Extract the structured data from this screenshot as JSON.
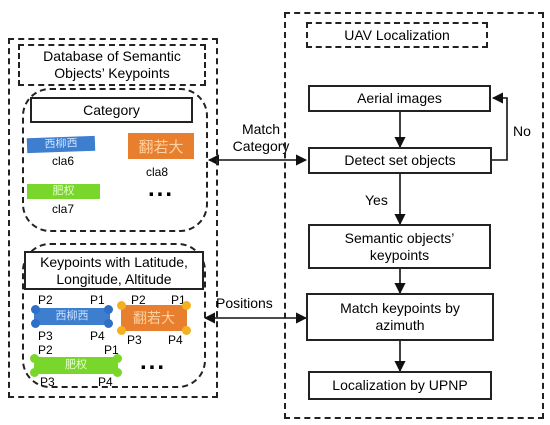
{
  "left_panel": {
    "title": "Database of Semantic\nObjects’ Keypoints",
    "category": {
      "header": "Category",
      "items": [
        {
          "label": "cla6",
          "sign_text": "西柳西",
          "color": "#3d7ecf"
        },
        {
          "label": "cla8",
          "sign_text": "翻若大",
          "color": "#e87f2e"
        },
        {
          "label": "cla7",
          "sign_text": "肥权",
          "color": "#79d62a"
        }
      ],
      "ellipsis": "..."
    },
    "keypoints": {
      "header": "Keypoints with Latitude,\nLongitude, Altitude",
      "points": {
        "p1": "P1",
        "p2": "P2",
        "p3": "P3",
        "p4": "P4"
      },
      "point_colors": {
        "blue": "#2f6fc6",
        "orange": "#f5b021",
        "green": "#79d62a"
      },
      "ellipsis": "..."
    }
  },
  "connectors": {
    "match_category": "Match\nCategory",
    "positions": "Positions",
    "no": "No",
    "yes": "Yes"
  },
  "right_panel": {
    "title": "UAV Localization",
    "steps": {
      "aerial": "Aerial images",
      "detect": "Detect set objects",
      "semantic": "Semantic objects’\nkeypoints",
      "match": "Match keypoints by\nazimuth",
      "localization": "Localization by UPNP"
    }
  }
}
